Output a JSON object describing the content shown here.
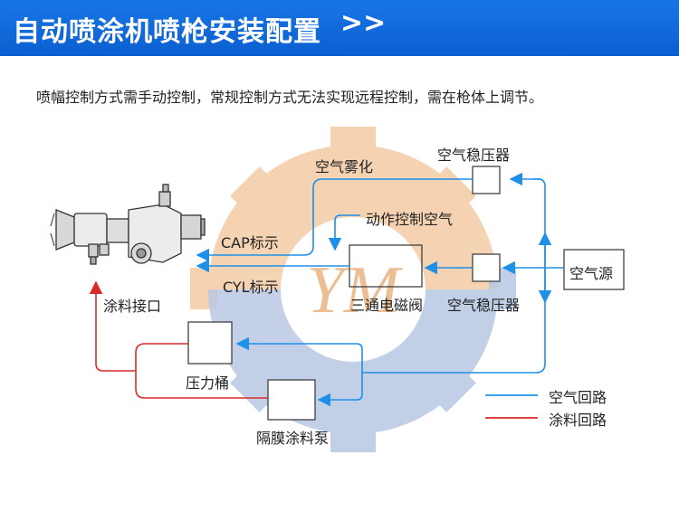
{
  "header": {
    "title": "自动喷涂机喷枪安装配置",
    "chevrons": ">>"
  },
  "description": "喷幅控制方式需手动控制，常规控制方式无法实现远程控制，需在枪体上调节。",
  "labels": {
    "air_atomize": "空气雾化",
    "regulator_top": "空气稳压器",
    "action_control_air": "动作控制空气",
    "cap": "CAP标示",
    "cyl": "CYL标示",
    "air_source": "空气源",
    "paint_inlet": "涂料接口",
    "solenoid_valve": "三通电磁阀",
    "regulator_mid": "空气稳压器",
    "pressure_tank": "压力桶",
    "diaphragm_pump": "隔膜涂料泵"
  },
  "legend": [
    {
      "label": "空气回路",
      "color": "#1e90e8"
    },
    {
      "label": "涂料回路",
      "color": "#d92a2a"
    }
  ],
  "watermark": {
    "text": "YM",
    "color_orange": "#f3c9a0",
    "color_blue": "#b8c8e3"
  },
  "colors": {
    "air_line": "#1e90e8",
    "paint_line": "#d92a2a",
    "header_bg": "#0b66d4"
  },
  "icons": [
    "spray-gun-icon"
  ]
}
